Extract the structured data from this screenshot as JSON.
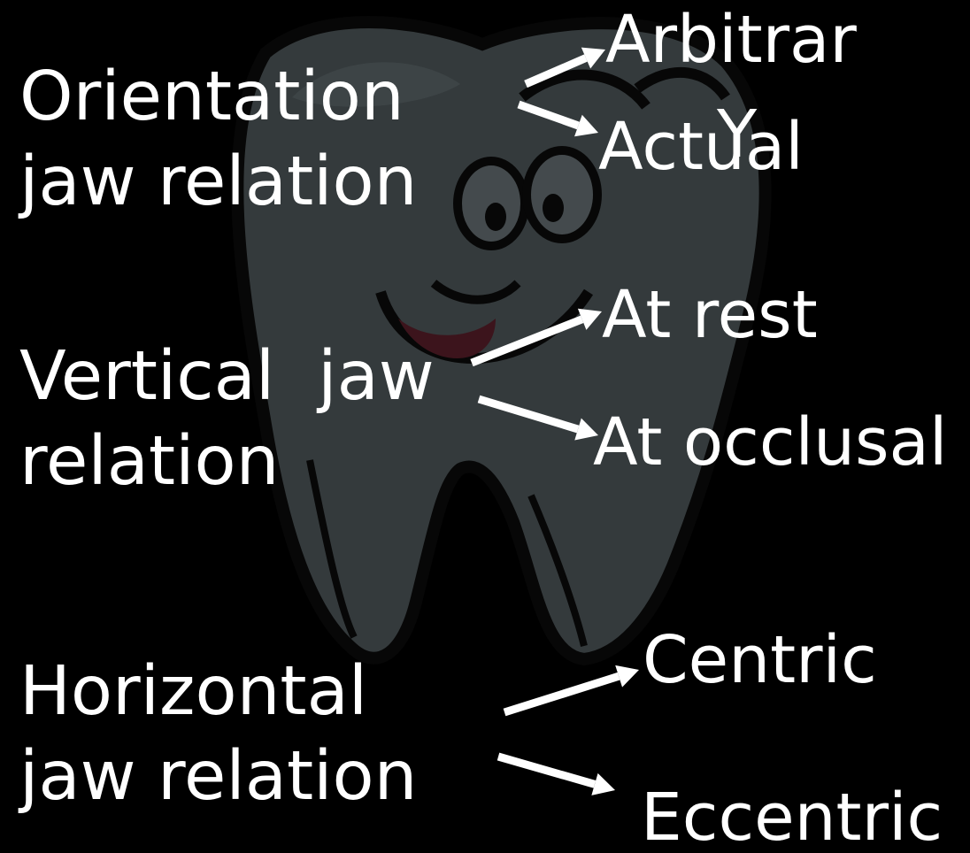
{
  "colors": {
    "background": "#000000",
    "text": "#ffffff",
    "arrow": "#ffffff",
    "tooth_fill": "#5f6a6e",
    "tooth_outline": "#0d0d0d",
    "tongue": "#6e2633"
  },
  "illustration": {
    "icon": "cartoon-tooth-icon"
  },
  "groups": [
    {
      "line1": "Orientation",
      "line2": "jaw relation",
      "targets": [
        "Arbitrar",
        "Actual"
      ],
      "overlay_glyph": "Y"
    },
    {
      "line1": "Vertical  jaw",
      "line2": "relation",
      "targets": [
        "At rest",
        "At occlusal"
      ]
    },
    {
      "line1": "Horizontal",
      "line2": "jaw relation",
      "targets": [
        "Centric",
        "Eccentric"
      ]
    }
  ]
}
